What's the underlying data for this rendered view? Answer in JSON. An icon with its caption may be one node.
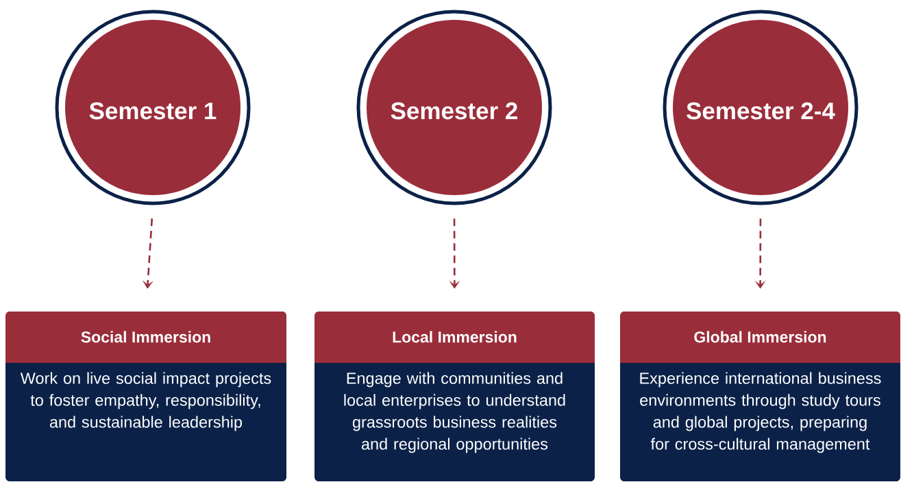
{
  "diagram": {
    "nodes": [
      {
        "text": [
          "Semester 1"
        ]
      },
      {
        "text": [
          "Semester 2"
        ]
      },
      {
        "text": [
          "Semester 2-4"
        ]
      },
      {
        "text": [
          "Social Immersion",
          "Work on live social impact projects to foster empathy, responsibility, and sustainable leadership"
        ]
      },
      {
        "text": [
          "Local Immersion",
          "Engage with communities and local enterprises to understand grassroots business realities and regional opportunities"
        ]
      },
      {
        "text": [
          "Global Immersion",
          "Experience international business environments through study tours and global projects, preparing for cross-cultural management"
        ]
      }
    ],
    "edges": [
      {
        "from": 0,
        "to": 3,
        "arrow": "to",
        "style": "dashed"
      },
      {
        "from": 1,
        "to": 4,
        "arrow": "to",
        "style": "dashed"
      },
      {
        "from": 2,
        "to": 5,
        "arrow": "to",
        "style": "dashed"
      }
    ]
  }
}
